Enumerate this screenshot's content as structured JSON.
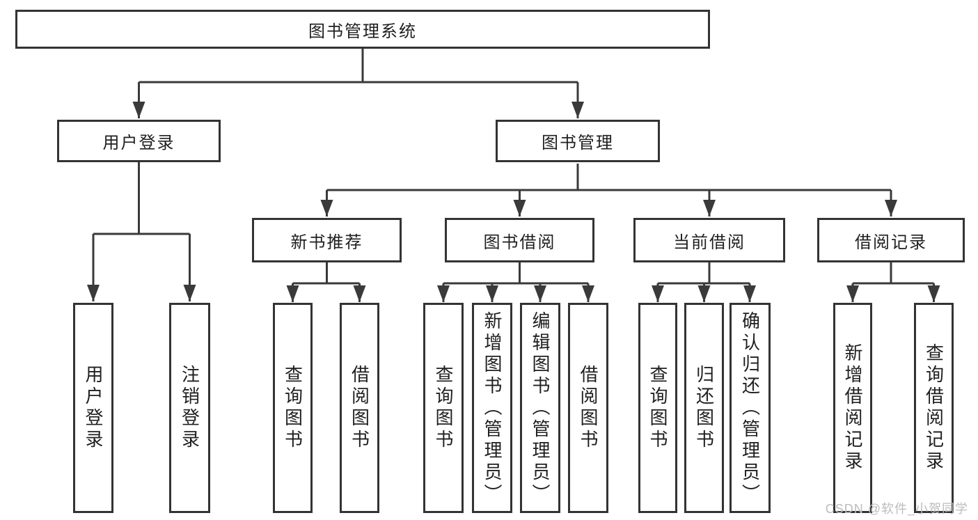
{
  "diagram": {
    "root": "图书管理系统",
    "level2": {
      "user_login": "用户登录",
      "book_mgmt": "图书管理"
    },
    "level3": {
      "new_books": "新书推荐",
      "borrowing": "图书借阅",
      "current": "当前借阅",
      "records": "借阅记录"
    },
    "leaves": {
      "login": "用户登录",
      "logout": "注销登录",
      "nb_query": "查询图书",
      "nb_borrow": "借阅图书",
      "bb_query": "查询图书",
      "bb_add": "新增图书（管理员）",
      "bb_edit": "编辑图书（管理员）",
      "bb_borrow": "借阅图书",
      "cb_query": "查询图书",
      "cb_return": "归还图书",
      "cb_confirm": "确认归还（管理员）",
      "rc_add": "新增借阅记录",
      "rc_query": "查询借阅记录"
    }
  },
  "watermark": "CSDN @软件_小贺同学",
  "colors": {
    "line": "#3a3a3a",
    "border": "#333333",
    "text": "#1f1f1f",
    "watermark": "#bcbcbc",
    "background": "#ffffff"
  }
}
